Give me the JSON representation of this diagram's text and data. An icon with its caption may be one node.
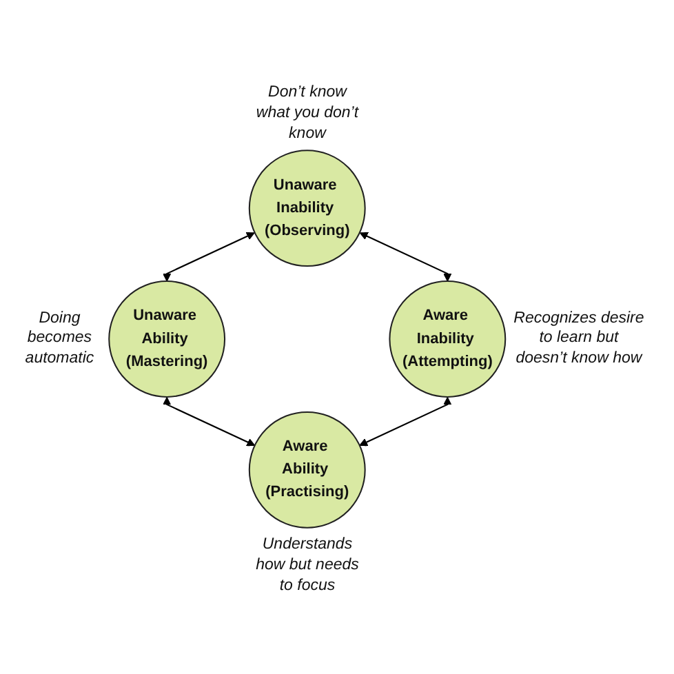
{
  "diagram": {
    "nodes": [
      {
        "text": [
          "Unaware Inability (Observing)"
        ],
        "beside": [
          "Don’t know what you don’t know"
        ]
      },
      {
        "text": [
          "Unaware Ability (Mastering)"
        ],
        "beside": [
          "Doing becomes automatic"
        ]
      },
      {
        "text": [
          "Aware Inability (Attempting)"
        ],
        "beside": [
          "Recognizes desire to learn but doesn’t know how"
        ]
      },
      {
        "text": [
          "Aware Ability (Practising)"
        ],
        "beside": [
          "Understands how but needs to focus"
        ]
      }
    ],
    "edges": [
      {
        "from": 0,
        "to": 1,
        "arrow": "both"
      },
      {
        "from": 0,
        "to": 2,
        "arrow": "both"
      },
      {
        "from": 1,
        "to": 3,
        "arrow": "both"
      },
      {
        "from": 2,
        "to": 3,
        "arrow": "both"
      }
    ]
  }
}
